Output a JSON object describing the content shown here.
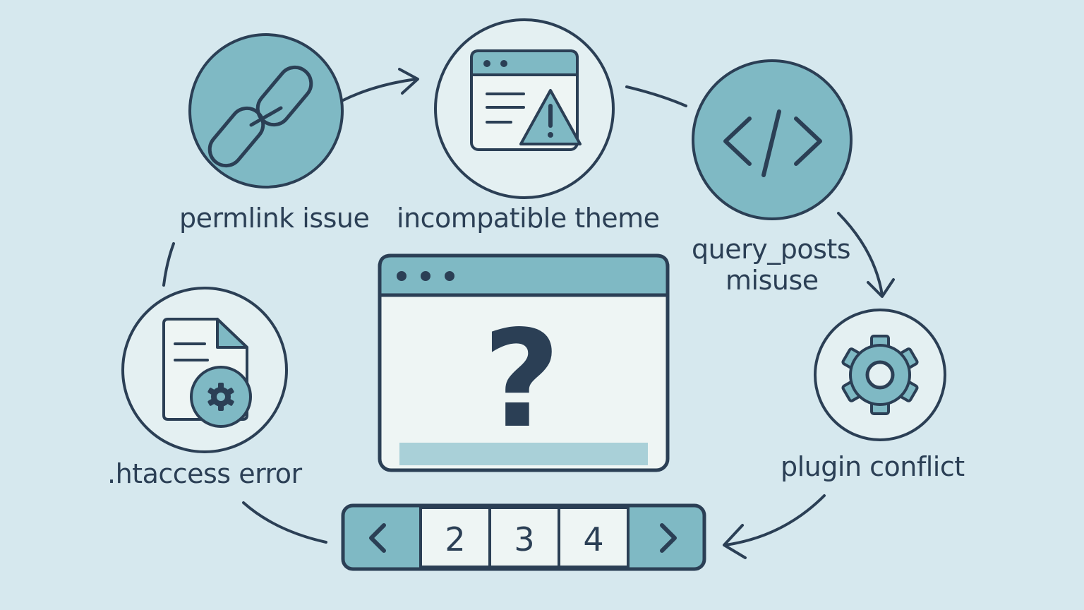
{
  "diagram": {
    "center": {
      "symbol": "?"
    },
    "nodes": [
      {
        "id": "permalink",
        "label": "permlink issue",
        "icon": "link-icon"
      },
      {
        "id": "theme",
        "label": "incompatible theme",
        "icon": "browser-warning-icon"
      },
      {
        "id": "query",
        "label_line1": "query_posts",
        "label_line2": "misuse",
        "icon": "code-icon"
      },
      {
        "id": "plugin",
        "label": "plugin conflict",
        "icon": "gear-icon"
      },
      {
        "id": "htaccess",
        "label": ".htaccess error",
        "icon": "file-gear-icon"
      }
    ],
    "pagination": {
      "prev": "‹",
      "pages": [
        "2",
        "3",
        "4"
      ],
      "next": "›"
    }
  },
  "colors": {
    "background": "#d6e8ee",
    "teal": "#7fb9c4",
    "teal_light": "#a9d0d8",
    "panel": "#eef5f4",
    "ink": "#2b3f55"
  }
}
